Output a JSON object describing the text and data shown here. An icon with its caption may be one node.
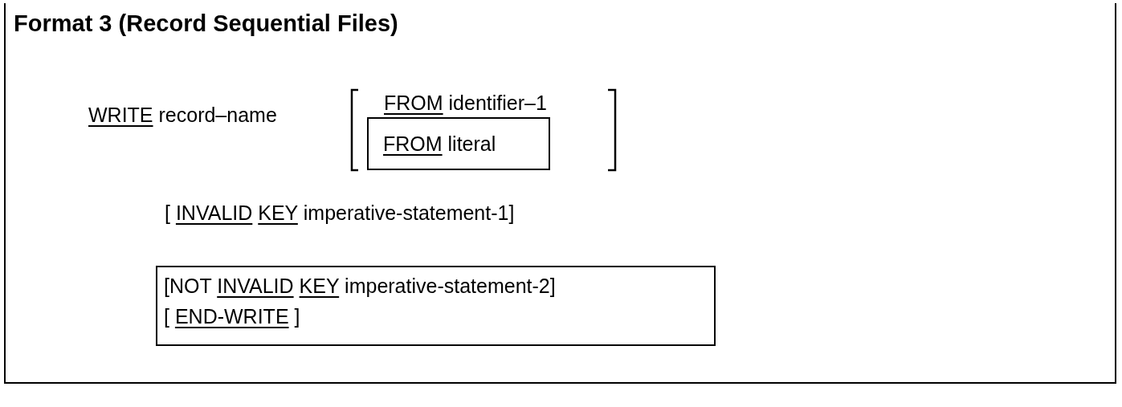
{
  "diagram": {
    "nodes": [
      {
        "text": [
          "Format 3 (Record Sequential Files)"
        ]
      },
      {
        "text": [
          "FROM literal"
        ],
        "in": 0
      },
      {
        "text": [
          "[NOT INVALID KEY imperative-statement-2]",
          "[ END-WRITE ]"
        ],
        "in": 0
      }
    ],
    "labels": [
      "WRITE record–name",
      "FROM identifier–1",
      "[ INVALID KEY imperative-statement-1]"
    ]
  }
}
